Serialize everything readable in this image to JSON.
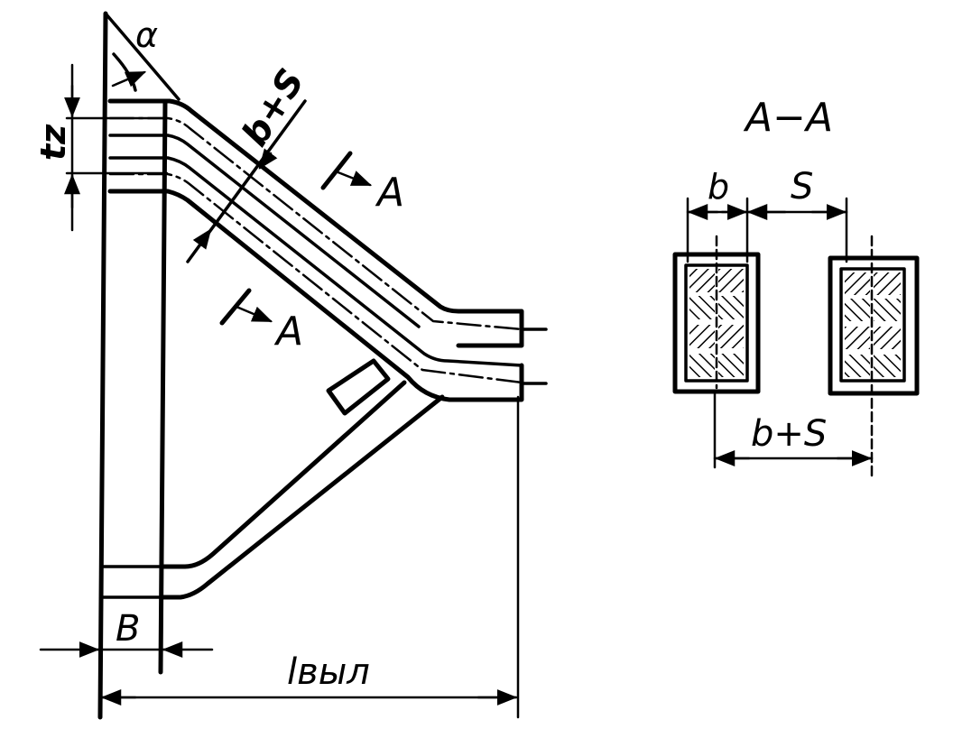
{
  "labels": {
    "alpha": "α",
    "tz": "tz",
    "b_plus_s_diag": "b+S",
    "section_mark_upper": "A",
    "section_mark_lower": "A",
    "B": "B",
    "l_vyl": "lвыл",
    "section_title": "A−A",
    "b": "b",
    "S": "S",
    "b_plus_s_section": "b+S"
  },
  "colors": {
    "ink": "#000000",
    "paper": "#ffffff"
  }
}
